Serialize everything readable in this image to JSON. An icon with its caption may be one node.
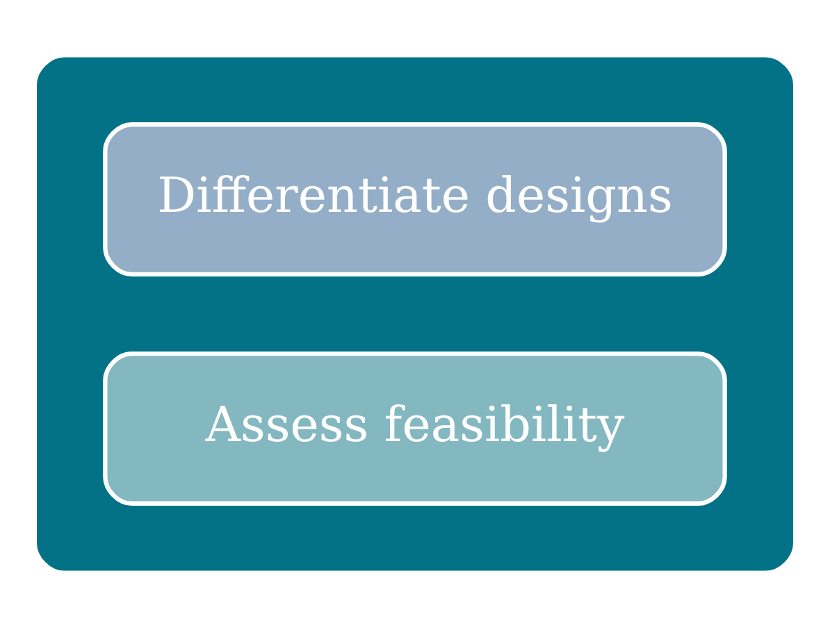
{
  "diagram": {
    "nodes": [
      {
        "text": [],
        "shape": "box"
      },
      {
        "text": [
          "Differentiate designs"
        ],
        "in": 0
      },
      {
        "text": [
          "Assess feasibility"
        ],
        "in": 0
      }
    ],
    "edges": []
  }
}
